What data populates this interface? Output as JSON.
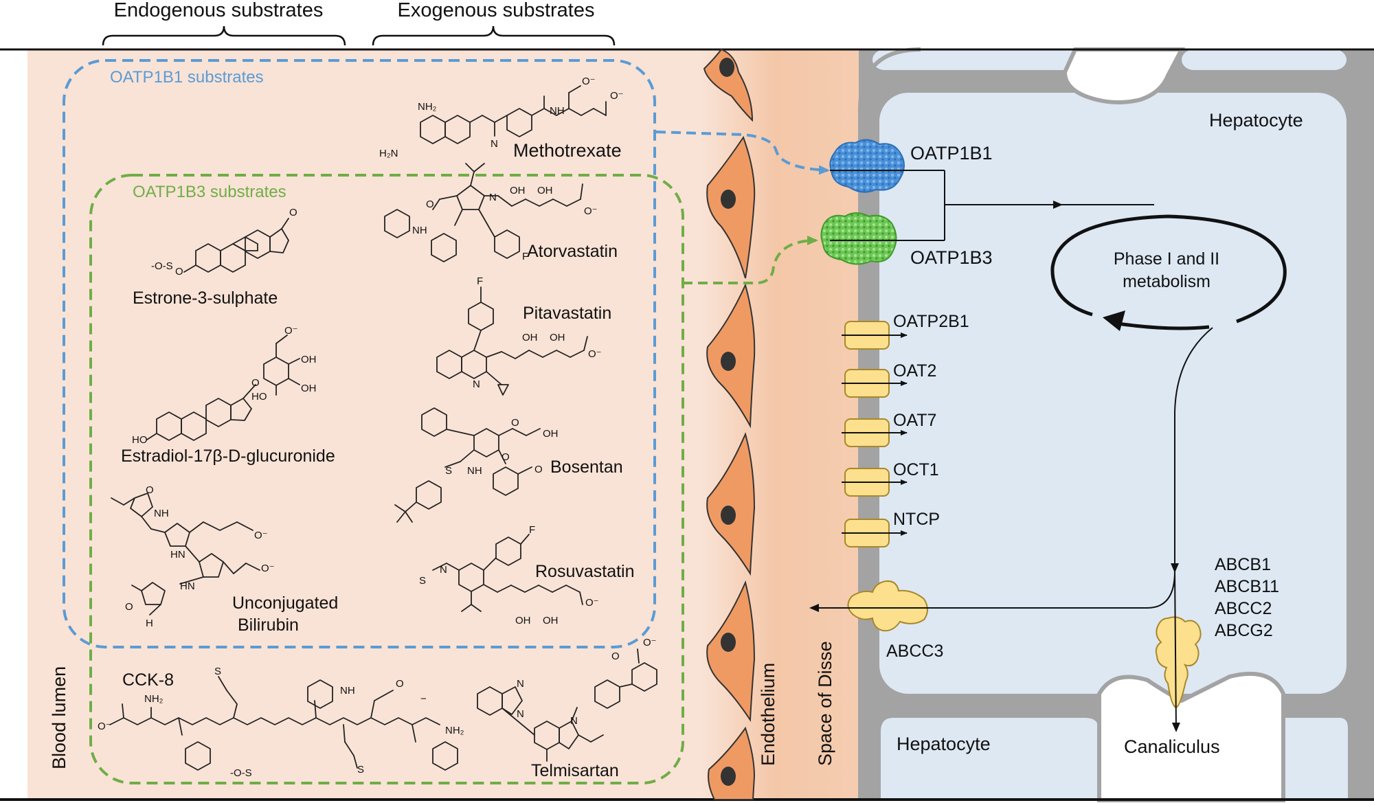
{
  "headers": {
    "endogenous": "Endogenous substrates",
    "exogenous": "Exogenous substrates"
  },
  "groups": {
    "oatp1b1": "OATP1B1 substrates",
    "oatp1b3": "OATP1B3 substrates"
  },
  "colors": {
    "lumen": "#f9e3d6",
    "endothelium_band": "#f3c3a4",
    "endothelial_cell": "#ef9a63",
    "hepatocyte_fill": "#dde8f3",
    "membrane": "#a3a3a3",
    "oatp1b1_blue": "#5b9bd5",
    "oatp1b3_green": "#70ad47",
    "transporter_yellow": "#fce08e"
  },
  "compounds": {
    "methotrexate": "Methotrexate",
    "estrone": "Estrone-3-sulphate",
    "estradiol": "Estradiol-17β-D-glucuronide",
    "bilirubin_line1": "Unconjugated",
    "bilirubin_line2": "Bilirubin",
    "atorvastatin": "Atorvastatin",
    "pitavastatin": "Pitavastatin",
    "bosentan": "Bosentan",
    "rosuvastatin": "Rosuvastatin",
    "cck8": "CCK-8",
    "telmisartan": "Telmisartan"
  },
  "regions": {
    "blood_lumen": "Blood lumen",
    "endothelium": "Endothelium",
    "space_of_disse": "Space of Disse",
    "hepatocyte_top": "Hepatocyte",
    "hepatocyte_bottom": "Hepatocyte",
    "canaliculus": "Canaliculus"
  },
  "transporters": {
    "oatp1b1": "OATP1B1",
    "oatp1b3": "OATP1B3",
    "oatp2b1": "OATP2B1",
    "oat2": "OAT2",
    "oat7": "OAT7",
    "oct1": "OCT1",
    "ntcp": "NTCP",
    "abcc3": "ABCC3",
    "efflux": [
      "ABCB1",
      "ABCB11",
      "ABCC2",
      "ABCG2"
    ]
  },
  "metabolism": {
    "line1": "Phase I and II",
    "line2": "metabolism"
  },
  "atom_labels": {
    "nh2": "NH₂",
    "h2n": "H₂N",
    "n": "N",
    "nh": "NH",
    "hn": "HN",
    "h": "H",
    "o": "O",
    "o_minus": "O⁻",
    "minus": "−",
    "oh": "OH",
    "ho": "HO",
    "f": "F",
    "s": "S",
    "o_s": "-O-S",
    "s_o2": "S",
    "o_me": "O"
  }
}
